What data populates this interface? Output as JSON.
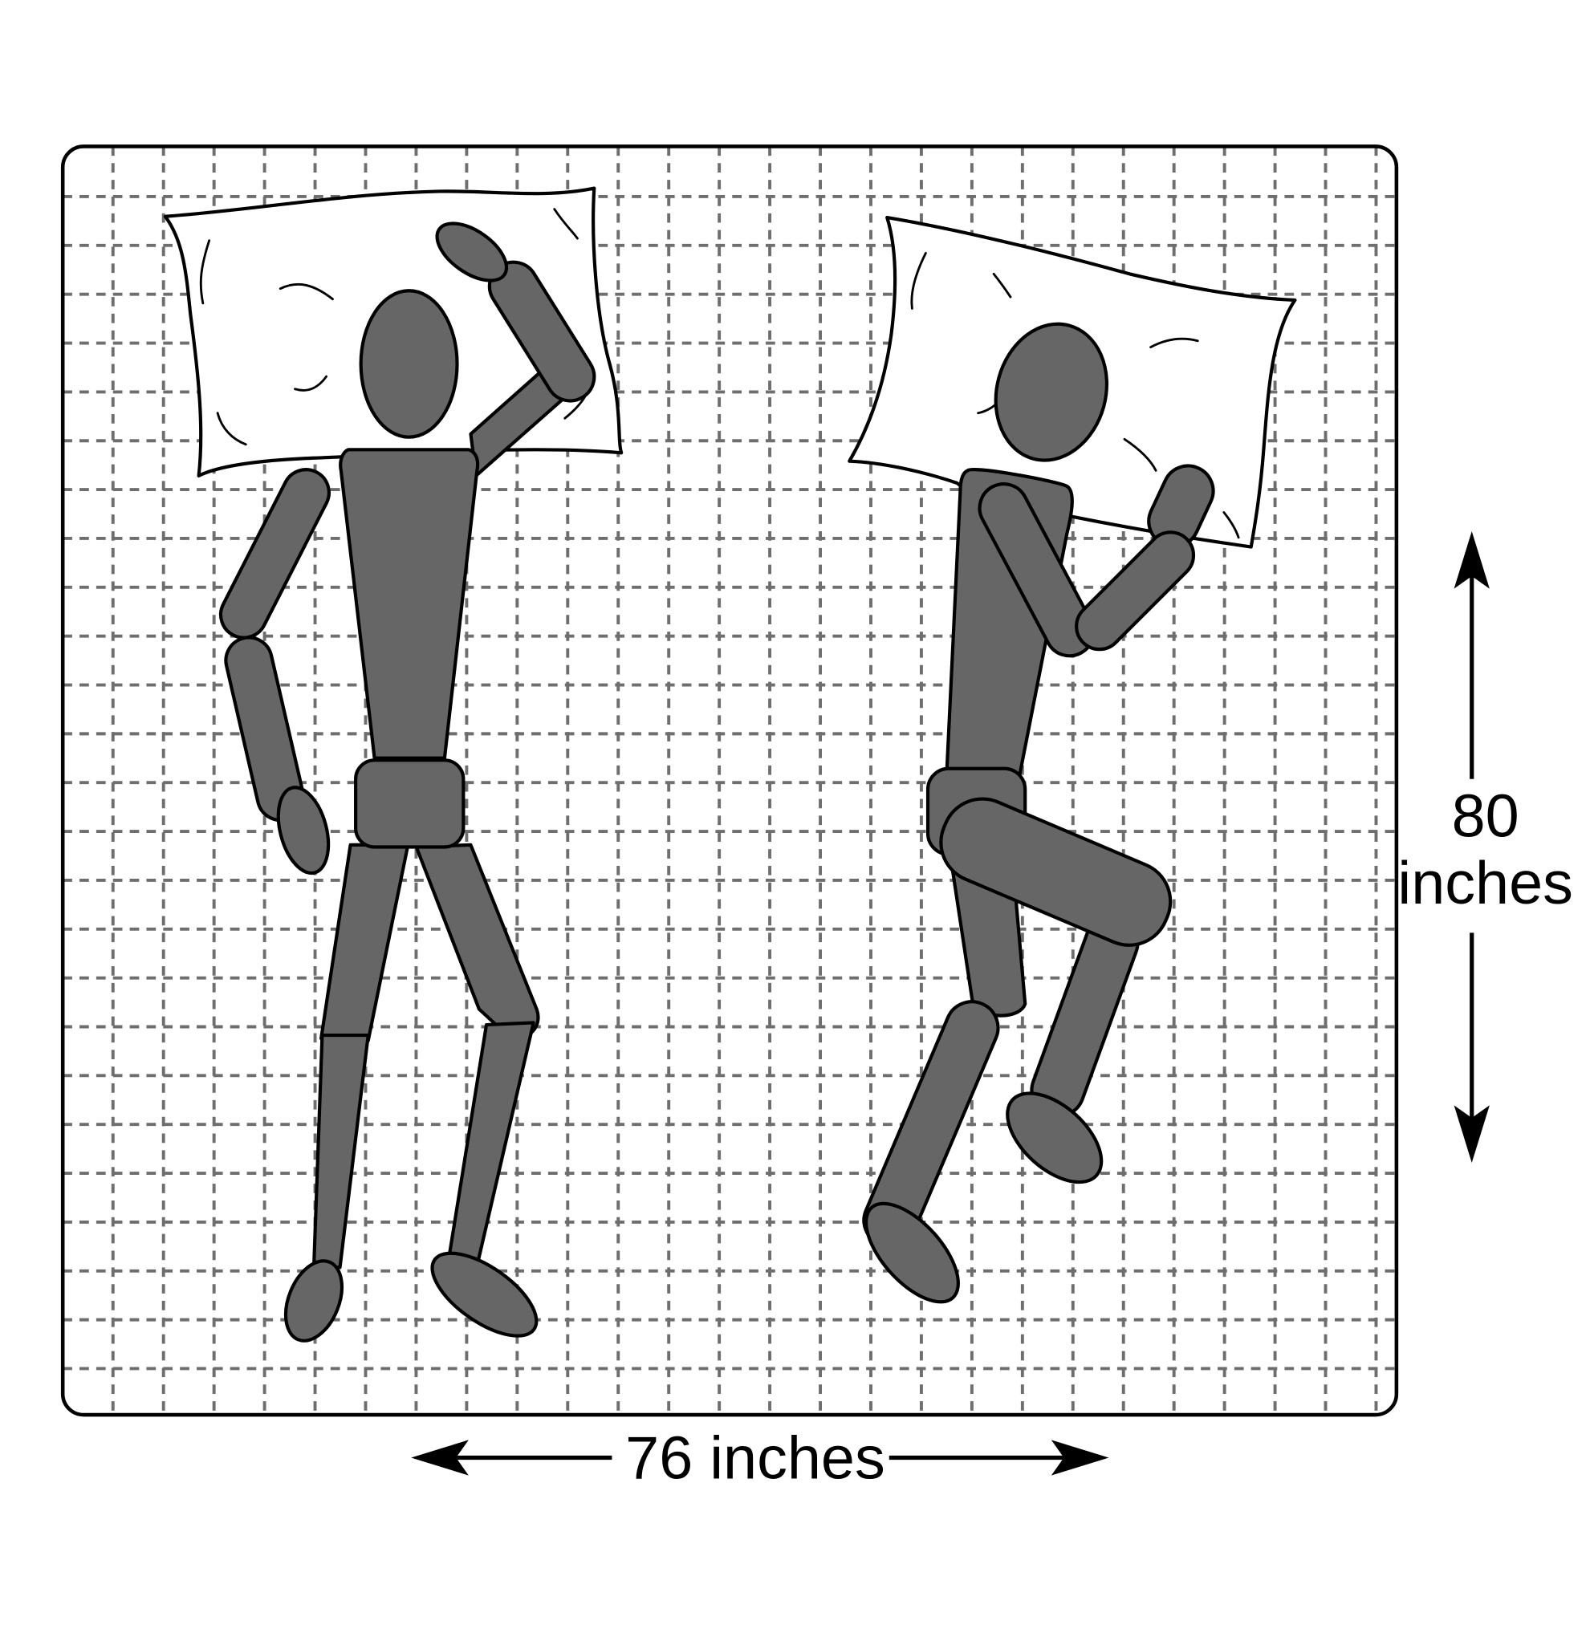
{
  "dimensions": {
    "width_label": "76 inches",
    "height_value": "80",
    "height_unit": "inches"
  },
  "colors": {
    "figure_fill": "#666666",
    "grid": "#6e6e6e",
    "outline": "#000000",
    "background": "#ffffff"
  }
}
